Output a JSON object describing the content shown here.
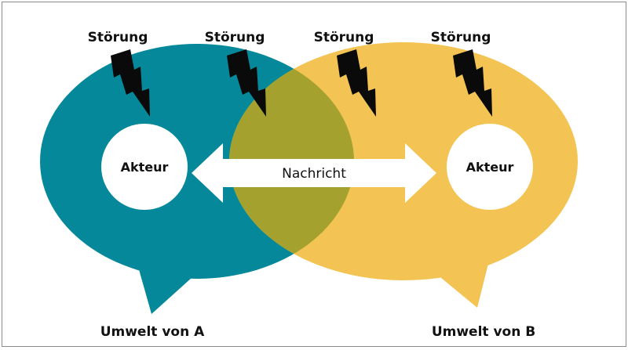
{
  "disturbances": [
    "Störung",
    "Störung",
    "Störung",
    "Störung"
  ],
  "actor_a": "Akteur",
  "actor_b": "Akteur",
  "message": "Nachricht",
  "environment_a": "Umwelt von A",
  "environment_b": "Umwelt von B",
  "colors": {
    "environment_a": "#04889a",
    "environment_b": "#f3c453",
    "overlap": "#a5a12e",
    "actor": "#ffffff",
    "lightning": "#0a0a0a",
    "text": "#111111",
    "frame": "#8a8a8a"
  }
}
